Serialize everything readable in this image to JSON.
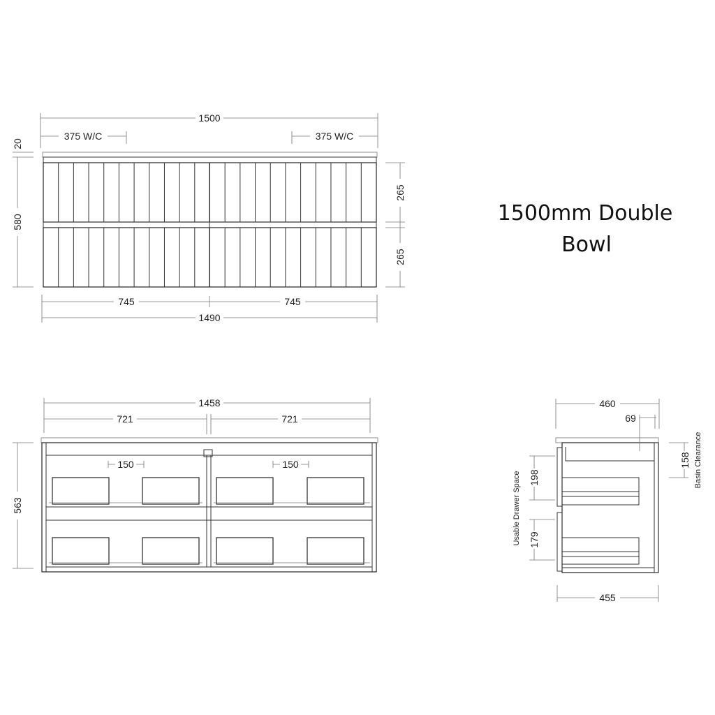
{
  "title": {
    "line1": "1500mm Double",
    "line2": "Bowl"
  },
  "front_view": {
    "overall_width": "1500",
    "wc_left": "375 W/C",
    "wc_right": "375 W/C",
    "top_thickness": "20",
    "height": "580",
    "drawer_top_height": "265",
    "drawer_bottom_height": "265",
    "half_left": "745",
    "half_right": "745",
    "cabinet_width": "1490",
    "slat_count": 22
  },
  "rear_view": {
    "overall_width": "1458",
    "half_left": "721",
    "half_right": "721",
    "gap_left": "150",
    "gap_right": "150",
    "height": "563"
  },
  "side_view": {
    "depth_top": "460",
    "offset": "69",
    "basin_clearance_value": "158",
    "basin_clearance_label": "Basin Clearance",
    "drawer_top_space": "198",
    "drawer_bottom_space": "179",
    "drawer_space_label": "Usable Drawer Space",
    "depth_bottom": "455"
  }
}
